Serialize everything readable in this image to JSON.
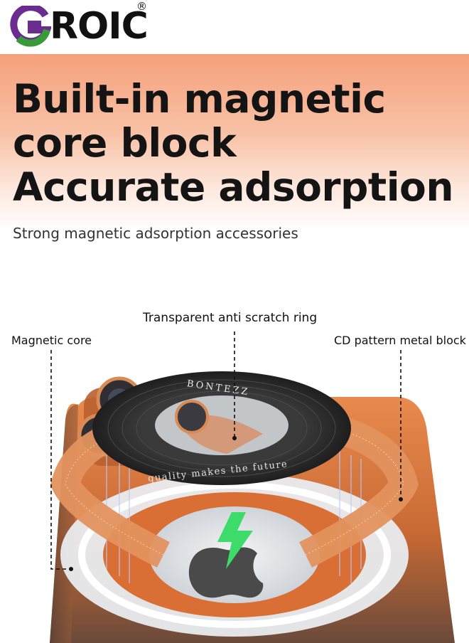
{
  "brand": {
    "logo_text": "ROIC",
    "logo_initial": "G",
    "registered_mark": "®",
    "colors": {
      "purple": "#6a2c8e",
      "green": "#3a9a3a"
    }
  },
  "hero": {
    "headline_lines": [
      "Built-in magnetic",
      "core block",
      "Accurate adsorption"
    ],
    "subline": "Strong magnetic adsorption accessories"
  },
  "callouts": {
    "magnetic_core": "Magnetic core",
    "transparent_ring": "Transparent anti scratch ring",
    "cd_block": "CD pattern metal block"
  },
  "product": {
    "disc_brand": "BONTEZZ",
    "disc_slogan": "quality makes the future",
    "icons": [
      "lightning-icon",
      "apple-logo-icon"
    ],
    "colors": {
      "case": "#d9763a",
      "disc": "#2b2b2b",
      "coil": "#e3925e",
      "bolt": "#3ddc6a"
    }
  }
}
